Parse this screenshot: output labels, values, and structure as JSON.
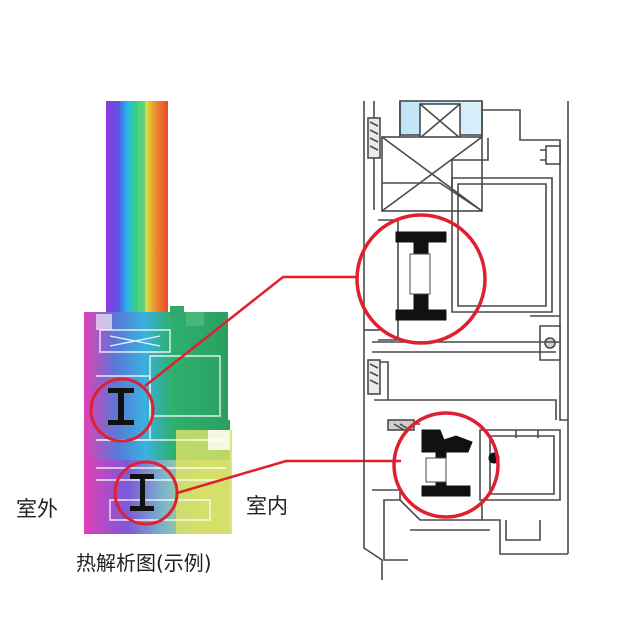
{
  "labels": {
    "outdoor": "室外",
    "indoor": "室内",
    "caption": "热解析图(示例)"
  },
  "colors": {
    "highlight": "#e0202f",
    "line": "#4a4a4a",
    "glass": "#c8e6f6",
    "thermal_green": "#2fa86a",
    "thermal_magenta": "#e040b8",
    "thermal_blue": "#2a74c8",
    "thermal_yellow": "#d8e060",
    "thermal_break": "#111111"
  },
  "icons": {
    "cross_section": "window-frame-section",
    "thermal_break": "insulating-strip"
  }
}
